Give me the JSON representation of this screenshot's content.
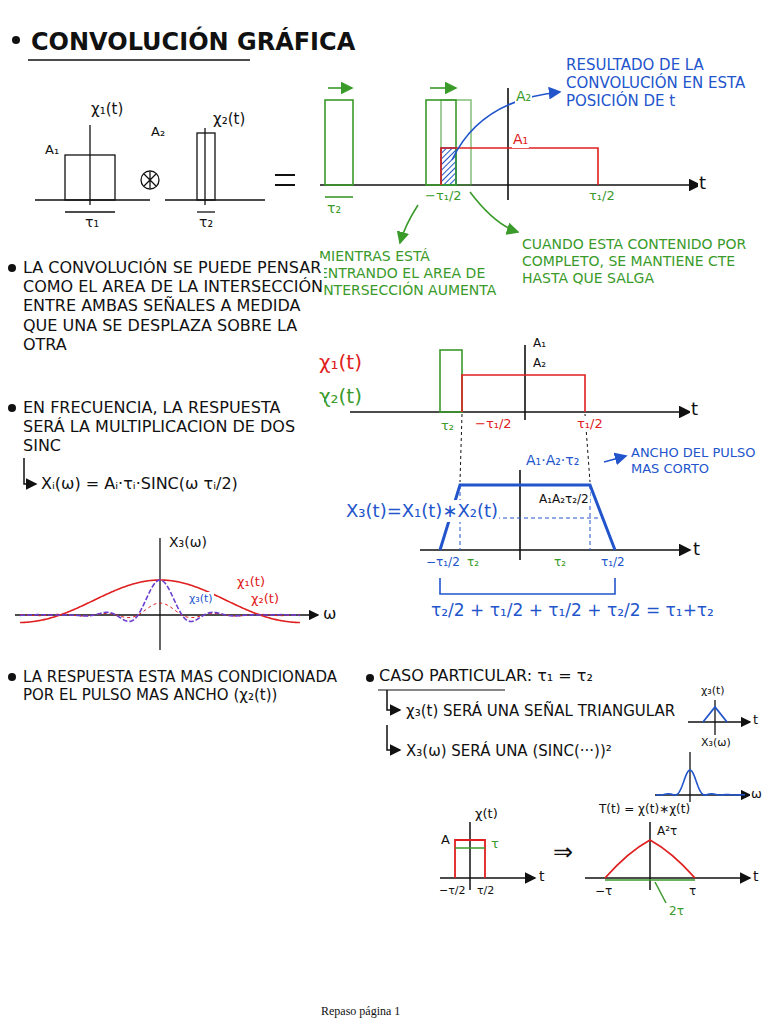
{
  "diagram": {
    "title": "CONVOLUCIÓN GRÁFICA",
    "caption": "Repaso página 1",
    "labels": [
      "χ₁(t)",
      "χ₂(t)",
      "A₁",
      "A₂",
      "τ₁",
      "τ₂",
      "A₂",
      "RESULTADO DE LA CONVOLUCIÓN EN ESTA POSICIÓN DE t",
      "A₁",
      "−τ₁/2",
      "τ₁/2",
      "t",
      "τ₂",
      "MIENTRAS ESTÁ ENTRANDO EL AREA DE INTERSECCIÓN AUMENTA",
      "CUANDO ESTA CONTENIDO POR COMPLETO, SE MANTIENE CTE HASTA QUE SALGA",
      "LA CONVOLUCIÓN SE PUEDE PENSAR COMO EL AREA DE LA INTERSECCIÓN ENTRE AMBAS SEÑALES A MEDIDA QUE UNA SE DESPLAZA SOBRE LA OTRA",
      "χ₁(t)",
      "χ₂(t)",
      "A₁",
      "A₂",
      "τ₂",
      "−τ₁/2",
      "τ₁/2",
      "t",
      "EN FRECUENCIA, LA RESPUESTA SERÁ LA MULTIPLICACION DE DOS SINC",
      "Xᵢ(ω) = Aᵢ·τᵢ·SINC(ω τᵢ/2)",
      "A₁·A₂·τ₂",
      "ANCHO DEL PULSO MAS CORTO",
      "X₃(t)=X₁(t)∗X₂(t)",
      "A₁A₂τ₂/2",
      "−τ₁/2",
      "τ₂",
      "τ₂",
      "τ₁/2",
      "t",
      "X₃(ω)",
      "χ₁(t)",
      "χ₃(t)",
      "χ₂(t)",
      "ω",
      "τ₂/2 + τ₁/2 + τ₁/2 + τ₂/2 = τ₁+τ₂",
      "LA RESPUESTA ESTA MAS CONDICIONADA POR EL PULSO MAS ANCHO (χ₂(t))",
      "CASO PARTICULAR: τ₁ = τ₂",
      "χ₃(t) SERÁ UNA SEÑAL TRIANGULAR",
      "χ₃(t)",
      "t",
      "X₃(ω) SERÁ UNA (SINC(···))²",
      "X₃(ω)",
      "ω",
      "χ(t)",
      "A",
      "τ",
      "t",
      "−τ/2",
      "τ/2",
      "⇒",
      "T(t) = χ(t)∗χ(t)",
      "A²τ",
      "t",
      "−τ",
      "τ",
      "2τ"
    ]
  }
}
